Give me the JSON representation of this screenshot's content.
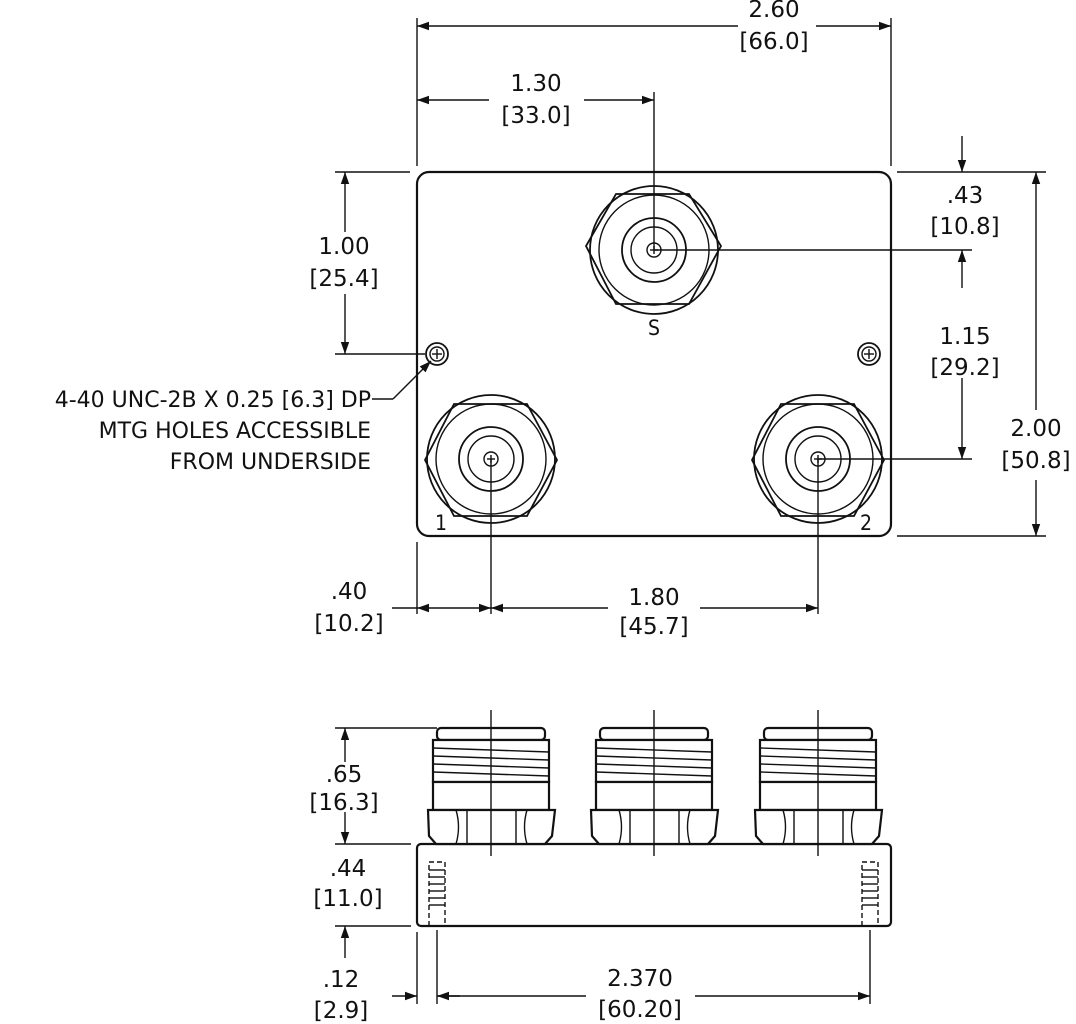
{
  "top_view": {
    "width": {
      "in": "2.60",
      "mm": "[66.0]"
    },
    "center_s": {
      "in": "1.30",
      "mm": "[33.0]"
    },
    "hole_from_top": {
      "in": "1.00",
      "mm": "[25.4]"
    },
    "s_from_top": {
      "in": ".43",
      "mm": "[10.8]"
    },
    "s_to_ports": {
      "in": "1.15",
      "mm": "[29.2]"
    },
    "height": {
      "in": "2.00",
      "mm": "[50.8]"
    },
    "port1_offset": {
      "in": ".40",
      "mm": "[10.2]"
    },
    "port_spacing": {
      "in": "1.80",
      "mm": "[45.7]"
    },
    "port_labels": {
      "s": "S",
      "p1": "1",
      "p2": "2"
    },
    "note": {
      "line1": "4-40 UNC-2B X 0.25 [6.3] DP",
      "line2": "MTG HOLES ACCESSIBLE",
      "line3": "FROM UNDERSIDE"
    }
  },
  "side_view": {
    "connector_height": {
      "in": ".65",
      "mm": "[16.3]"
    },
    "body_height": {
      "in": ".44",
      "mm": "[11.0]"
    },
    "hole_offset": {
      "in": ".12",
      "mm": "[2.9]"
    },
    "hole_spacing": {
      "in": "2.370",
      "mm": "[60.20]"
    }
  }
}
